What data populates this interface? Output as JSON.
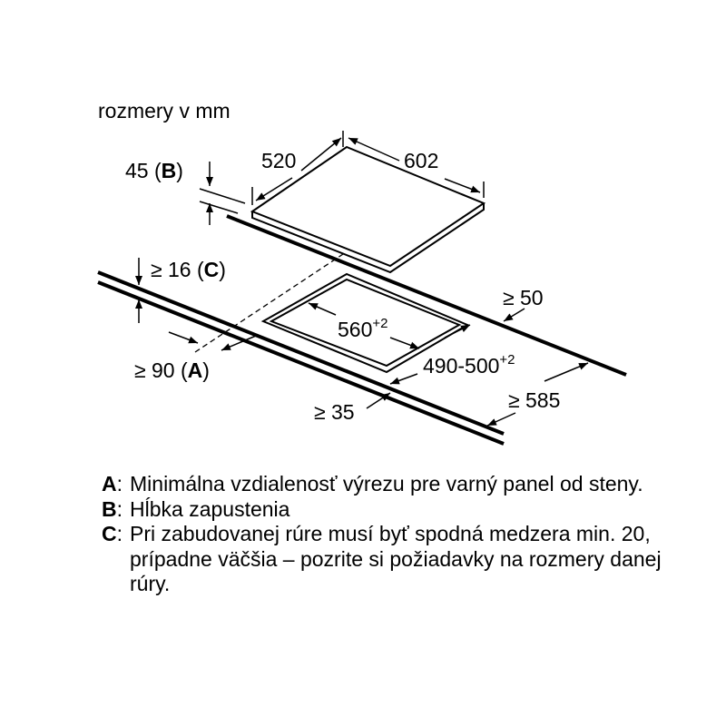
{
  "units_label": "rozmery v mm",
  "dimensions": {
    "hob_depth": "520",
    "hob_width": "602",
    "recess_depth": "45",
    "recess_key": "B",
    "gap_below": "≥ 16",
    "gap_below_key": "C",
    "side_clearance": "≥ 50",
    "cutout_width": "560",
    "cutout_width_tol": "+2",
    "cutout_depth": "490-500",
    "cutout_depth_tol": "+2",
    "wall_clearance": "≥ 90",
    "wall_clearance_key": "A",
    "front_clearance": "≥ 35",
    "worktop_depth": "≥ 585"
  },
  "legend": [
    {
      "key": "A",
      "text": "Minimálna vzdialenosť výrezu pre varný panel od steny."
    },
    {
      "key": "B",
      "text": "Hĺbka zapustenia"
    },
    {
      "key": "C",
      "text": "Pri zabudovanej rúre musí byť spodná medzera min. 20, prípadne väčšia – pozrite si požiadavky na rozmery danej rúry."
    }
  ]
}
